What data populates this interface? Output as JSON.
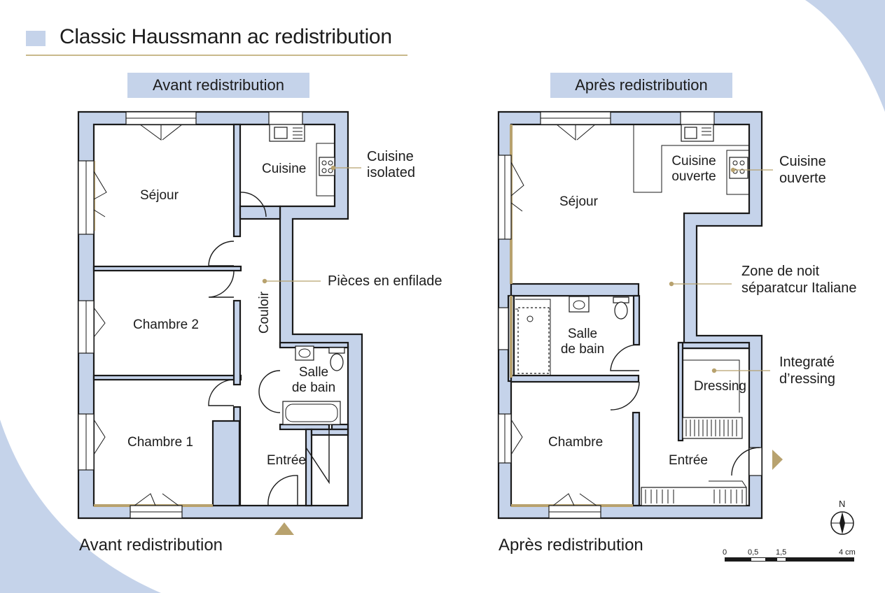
{
  "title": "Classic Haussmann ac redistribution",
  "colors": {
    "wall_fill": "#c5d3ea",
    "wall_stroke": "#1a1a1a",
    "accent": "#b8a26e",
    "bg_blob": "#c5d3ea"
  },
  "plans": {
    "before": {
      "header": "Avant redistribution",
      "caption": "Avant redistribution",
      "rooms": {
        "sejour": "Séjour",
        "cuisine": "Cuisine",
        "chambre2": "Chambre 2",
        "chambre1": "Chambre 1",
        "couloir": "Couloir",
        "salle_l1": "Salle",
        "salle_l2": "de bain",
        "entree": "Entrée"
      },
      "annotations": {
        "cuisine_l1": "Cuisine",
        "cuisine_l2": "isolated",
        "enfilade": "Pièces en enfilade"
      }
    },
    "after": {
      "header": "Après redistribution",
      "caption": "Après redistribution",
      "rooms": {
        "sejour": "Séjour",
        "cuisine_l1": "Cuisine",
        "cuisine_l2": "ouverte",
        "salle_l1": "Salle",
        "salle_l2": "de bain",
        "chambre": "Chambre",
        "dressing": "Dressing",
        "entree": "Entrée"
      },
      "annotations": {
        "cuisine_l1": "Cuisine",
        "cuisine_l2": "ouverte",
        "zone_l1": "Zone de noit",
        "zone_l2": "séparatcur Italiane",
        "dressing_l1": "Integraté",
        "dressing_l2": "d’ressing"
      }
    }
  },
  "compass": {
    "north": "N"
  },
  "scale": {
    "ticks": [
      "0",
      "0,5",
      "1,5",
      "4 cm"
    ]
  }
}
